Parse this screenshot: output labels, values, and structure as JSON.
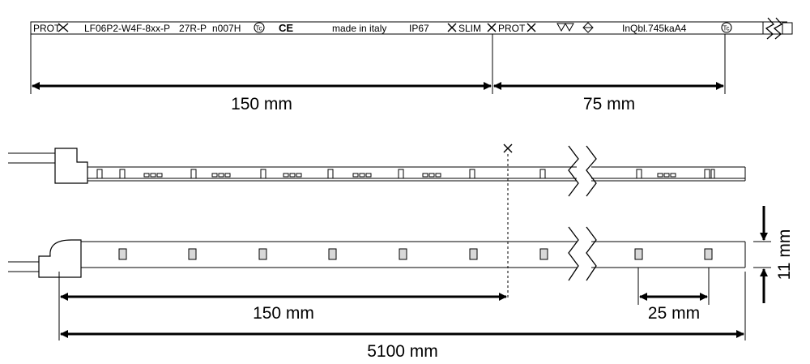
{
  "strip_label": {
    "prot_left": "PROT",
    "code": "LF06P2-W4F-8xx-P",
    "variant": "27R-P",
    "lot": "n007H",
    "made_in": "made in italy",
    "ip_rating": "IP67",
    "slim": "SLIM",
    "prot_right": "PROT",
    "inqbl": "InQbl.745kaA4"
  },
  "dimensions": {
    "top_cut": "150 mm",
    "top_pitch": "75 mm",
    "cut_length": "150 mm",
    "led_pitch": "25 mm",
    "total_length": "5100 mm",
    "width": "11 mm"
  },
  "colors": {
    "line": "#000000",
    "led": "#d8d8d8",
    "strip": "#ffffff"
  },
  "icons": [
    "scissors-icon",
    "tc-cert-icon",
    "ce-mark-icon",
    "double-triangle-icon",
    "diamond-cert-icon",
    "break-mark-icon"
  ]
}
